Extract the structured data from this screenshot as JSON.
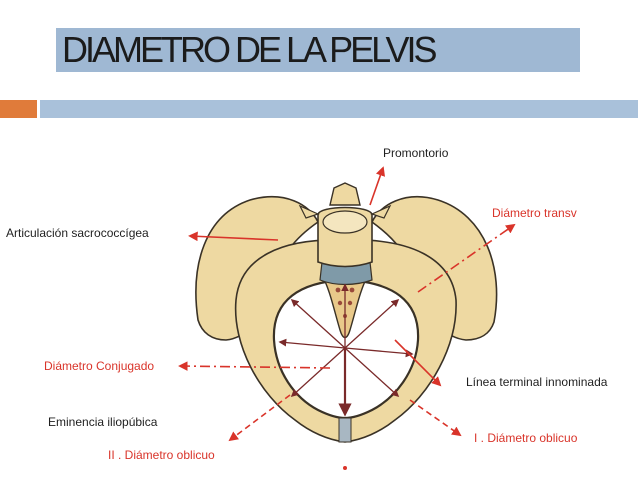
{
  "title": "DIAMETRO DE LA PELVIS",
  "colors": {
    "title_bar": "#9fb8d3",
    "accent_orange": "#e07b3a",
    "accent_blue": "#a9c1da",
    "bone": "#eed9a2",
    "bone_outline": "#3a3226",
    "red_label": "#d9342a",
    "dark_label": "#1f1f1f"
  },
  "labels": {
    "promontorio": "Promontorio",
    "articulacion": "Articulación sacrococcígea",
    "diametro_transv": "Diámetro transv",
    "diametro_conjugado": "Diámetro Conjugado",
    "linea_terminal": "Línea terminal innominada",
    "eminencia": "Eminencia iliopúbica",
    "ii_diametro_oblicuo": "II . Diámetro oblicuo",
    "i_diametro_oblicuo": "I . Diámetro oblicuo"
  }
}
